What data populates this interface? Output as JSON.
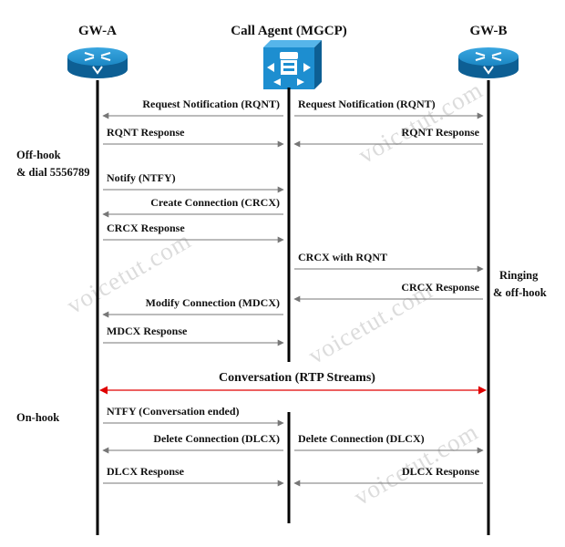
{
  "entities": {
    "gw_a": "GW-A",
    "agent": "Call Agent (MGCP)",
    "gw_b": "GW-B"
  },
  "side_notes": {
    "offhook_1": "Off-hook",
    "offhook_2": "& dial 5556789",
    "ringing_1": "Ringing",
    "ringing_2": "& off-hook",
    "onhook": "On-hook"
  },
  "messages": [
    {
      "label": "Request Notification (RQNT)",
      "from": "agent",
      "to": "gw_a"
    },
    {
      "label": "Request Notification (RQNT)",
      "from": "agent",
      "to": "gw_b"
    },
    {
      "label": "RQNT Response",
      "from": "gw_a",
      "to": "agent"
    },
    {
      "label": "RQNT Response",
      "from": "gw_b",
      "to": "agent"
    },
    {
      "label": "Notify (NTFY)",
      "from": "gw_a",
      "to": "agent"
    },
    {
      "label": "Create Connection (CRCX)",
      "from": "agent",
      "to": "gw_a"
    },
    {
      "label": "CRCX Response",
      "from": "gw_a",
      "to": "agent"
    },
    {
      "label": "CRCX with RQNT",
      "from": "agent",
      "to": "gw_b"
    },
    {
      "label": "CRCX Response",
      "from": "gw_b",
      "to": "agent"
    },
    {
      "label": "Modify Connection (MDCX)",
      "from": "agent",
      "to": "gw_a"
    },
    {
      "label": "MDCX Response",
      "from": "gw_a",
      "to": "agent"
    },
    {
      "label": "NTFY (Conversation ended)",
      "from": "gw_a",
      "to": "agent"
    },
    {
      "label": "Delete Connection (DLCX)",
      "from": "agent",
      "to": "gw_a"
    },
    {
      "label": "Delete Connection (DLCX)",
      "from": "agent",
      "to": "gw_b"
    },
    {
      "label": "DLCX Response",
      "from": "gw_a",
      "to": "agent"
    },
    {
      "label": "DLCX Response",
      "from": "gw_b",
      "to": "agent"
    }
  ],
  "conversation": "Conversation (RTP Streams)",
  "watermark": "voicetut.com",
  "colors": {
    "router": "#1b87c4",
    "router_dark": "#0d5f94",
    "call_agent": "#1d8ed0",
    "lifeline": "#000000",
    "message_arrow": "#777777",
    "conversation_arrow": "#e00000"
  },
  "icons": [
    "router-icon",
    "call-agent-icon",
    "router-icon"
  ]
}
